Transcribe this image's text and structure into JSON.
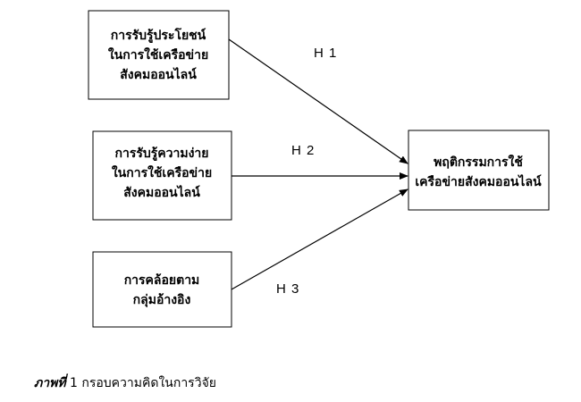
{
  "diagram": {
    "boxes": {
      "perceived_usefulness": [
        "การรับรู้ประโยชน์",
        "ในการใช้เครือข่าย",
        "สังคมออนไลน์"
      ],
      "perceived_ease": [
        "การรับรู้ความง่าย",
        "ในการใช้เครือข่าย",
        "สังคมออนไลน์"
      ],
      "subjective_norm": [
        "การคล้อยตาม",
        "กลุ่มอ้างอิง"
      ],
      "usage_behavior": [
        "พฤติกรรมการใช้",
        "เครือข่ายสังคมออนไลน์"
      ]
    },
    "hypotheses": {
      "h1": "H 1",
      "h2": "H 2",
      "h3": "H 3"
    }
  },
  "caption": {
    "label": "ภาพที่",
    "number": "1",
    "text": "กรอบความคิดในการวิจัย"
  }
}
